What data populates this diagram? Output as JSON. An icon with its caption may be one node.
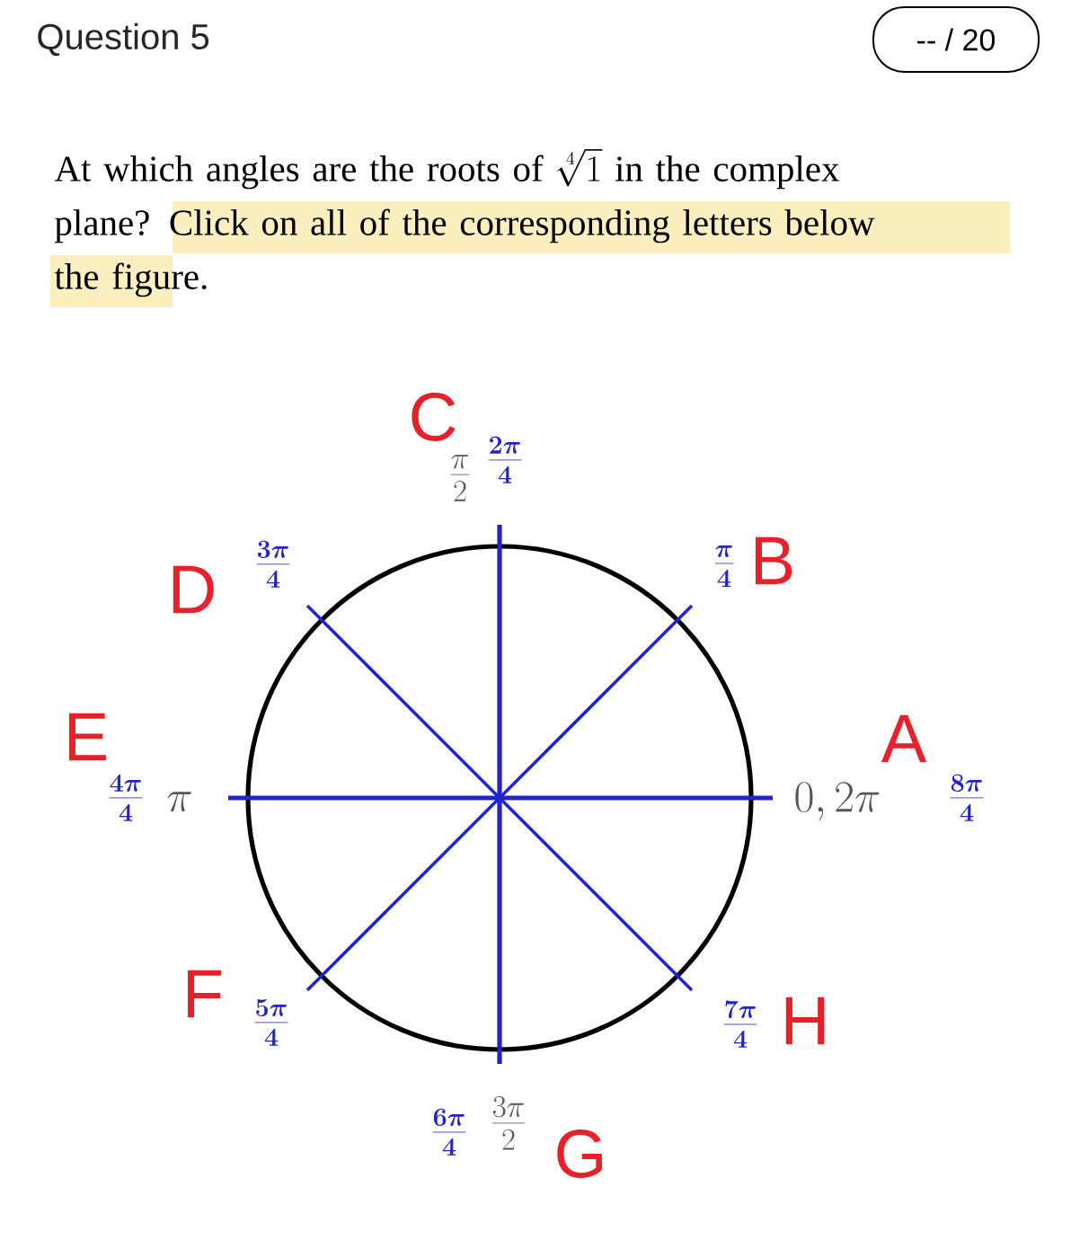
{
  "diagram": {
    "title": "Question 5",
    "nodes": [
      {
        "text": [
          "-- / 20"
        ]
      }
    ],
    "labels": [
      "At which angles are the roots of",
      "\\sqrt[4]{1}",
      "in the complex plane?",
      "Click on all of the corresponding letters below the figure.",
      "C",
      "\\frac{\\pi}{2}",
      "\\frac{2\\pi}{4}",
      "D",
      "\\frac{3\\pi}{4}",
      "\\frac{\\pi}{4}",
      "B",
      "E",
      "\\frac{4\\pi}{4}",
      "\\pi",
      "A",
      "0,2\\pi",
      "\\frac{8\\pi}{4}",
      "F",
      "\\frac{5\\pi}{4}",
      "\\frac{7\\pi}{4}",
      "H",
      "\\frac{6\\pi}{4}",
      "\\frac{3\\pi}{2}",
      "G"
    ]
  }
}
